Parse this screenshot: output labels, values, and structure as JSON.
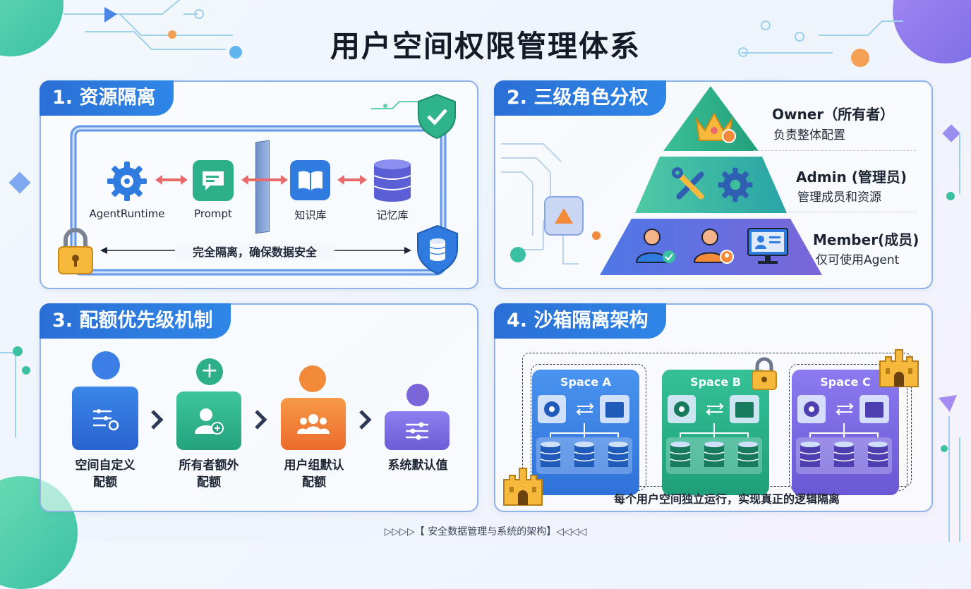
{
  "title": "用户空间权限管理体系",
  "panel1": {
    "heading": "1. 资源隔离",
    "items": [
      "AgentRuntime",
      "Prompt",
      "知识库",
      "记忆库"
    ],
    "note": "完全隔离，确保数据安全"
  },
  "panel2": {
    "heading": "2. 三级角色分权",
    "roles": [
      {
        "name": "Owner（所有者）",
        "desc": "负责整体配置"
      },
      {
        "name": "Admin (管理员)",
        "desc": "管理成员和资源"
      },
      {
        "name": "Member(成员)",
        "desc": "仅可使用Agent"
      }
    ]
  },
  "panel3": {
    "heading": "3. 配额优先级机制",
    "steps": [
      {
        "l1": "空间自定义",
        "l2": "配额"
      },
      {
        "l1": "所有者额外",
        "l2": "配额"
      },
      {
        "l1": "用户组默认",
        "l2": "配额"
      },
      {
        "l1": "系统默认值",
        "l2": ""
      }
    ]
  },
  "panel4": {
    "heading": "4. 沙箱隔离架构",
    "spaces": [
      "Space A",
      "Space B",
      "Space C"
    ],
    "note": "每个用户空间独立运行，实现真正的逻辑隔离"
  },
  "footer": "▷▷▷▷【 安全数据管理与系统的架构】◁◁◁◁",
  "colors": {
    "accent": "#2a6fd6",
    "spaceA": "#3a86e8",
    "spaceB": "#27b28c",
    "spaceC": "#7a66d9",
    "orange": "#f28a3a"
  }
}
